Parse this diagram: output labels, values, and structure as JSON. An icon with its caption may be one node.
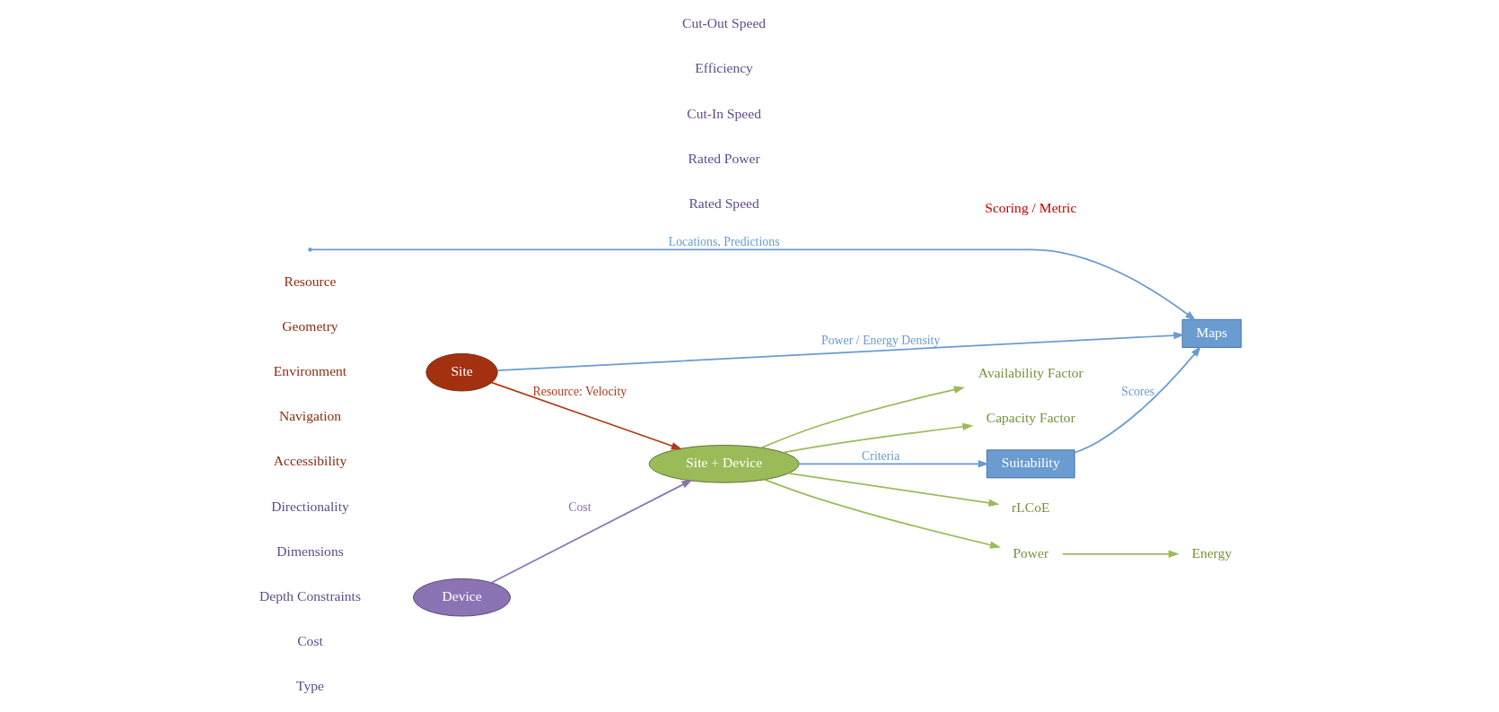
{
  "diagram": {
    "nodes": [
      {
        "text": [
          "Site"
        ],
        "beside": [
          "Resource",
          "Geometry",
          "Environment",
          "Navigation",
          "Accessibility"
        ]
      },
      {
        "text": [
          "Site + Device"
        ]
      },
      {
        "text": [
          "Device"
        ],
        "beside": [
          "Directionality",
          "Dimensions",
          "Depth Constraints",
          "Cost",
          "Type"
        ]
      },
      {
        "text": [
          "Maps"
        ]
      },
      {
        "text": [
          "Suitability"
        ]
      },
      {
        "text": [
          "Power"
        ]
      },
      {
        "text": [
          "Energy"
        ]
      },
      {
        "text": [
          "rLCoE"
        ]
      },
      {
        "text": [
          "Availability Factor"
        ]
      },
      {
        "text": [
          "Capacity Factor"
        ]
      }
    ],
    "edges": [
      {
        "from": null,
        "to": 3,
        "arrow": "to",
        "label": "Locations, Predictions",
        "color": "#6a9bd1"
      },
      {
        "from": 0,
        "to": 3,
        "arrow": "to",
        "label": "Power / Energy Density",
        "color": "#6a9bd1"
      },
      {
        "from": 4,
        "to": 3,
        "arrow": "to",
        "label": "Scores",
        "color": "#6a9bd1"
      },
      {
        "from": 1,
        "to": 4,
        "arrow": "to",
        "label": "Criteria",
        "color": "#6a9bd1"
      },
      {
        "from": 0,
        "to": 1,
        "arrow": "to",
        "label": "Resource: Velocity",
        "color": "#b03a1a"
      },
      {
        "from": 2,
        "to": 1,
        "arrow": "to",
        "label": "Cost",
        "color": "#8a74b4"
      },
      {
        "from": 1,
        "to": 5,
        "arrow": "to"
      },
      {
        "from": 5,
        "to": 6,
        "arrow": "to"
      },
      {
        "from": 1,
        "to": 7,
        "arrow": "to"
      },
      {
        "from": 1,
        "to": 8,
        "arrow": "to"
      },
      {
        "from": 1,
        "to": 9,
        "arrow": "to"
      }
    ],
    "labels": [
      "Rated Speed",
      "Rated Power",
      "Cut-In Speed",
      "Efficiency",
      "Cut-Out Speed",
      "Scoring / Metric"
    ]
  }
}
